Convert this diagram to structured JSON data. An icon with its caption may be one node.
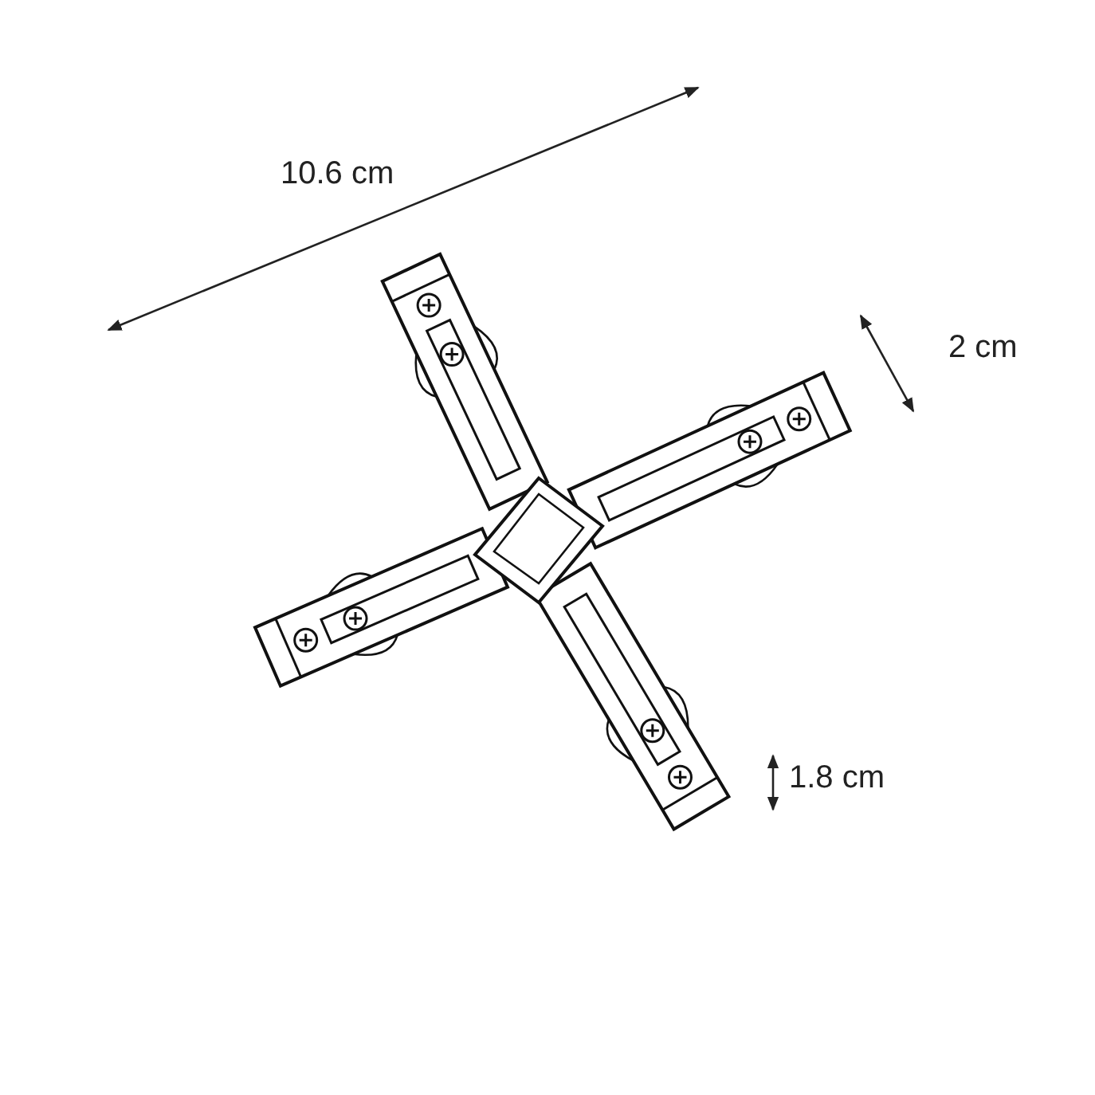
{
  "diagram": {
    "labels": [
      "10.6 cm",
      "2 cm",
      "1.8 cm"
    ]
  }
}
